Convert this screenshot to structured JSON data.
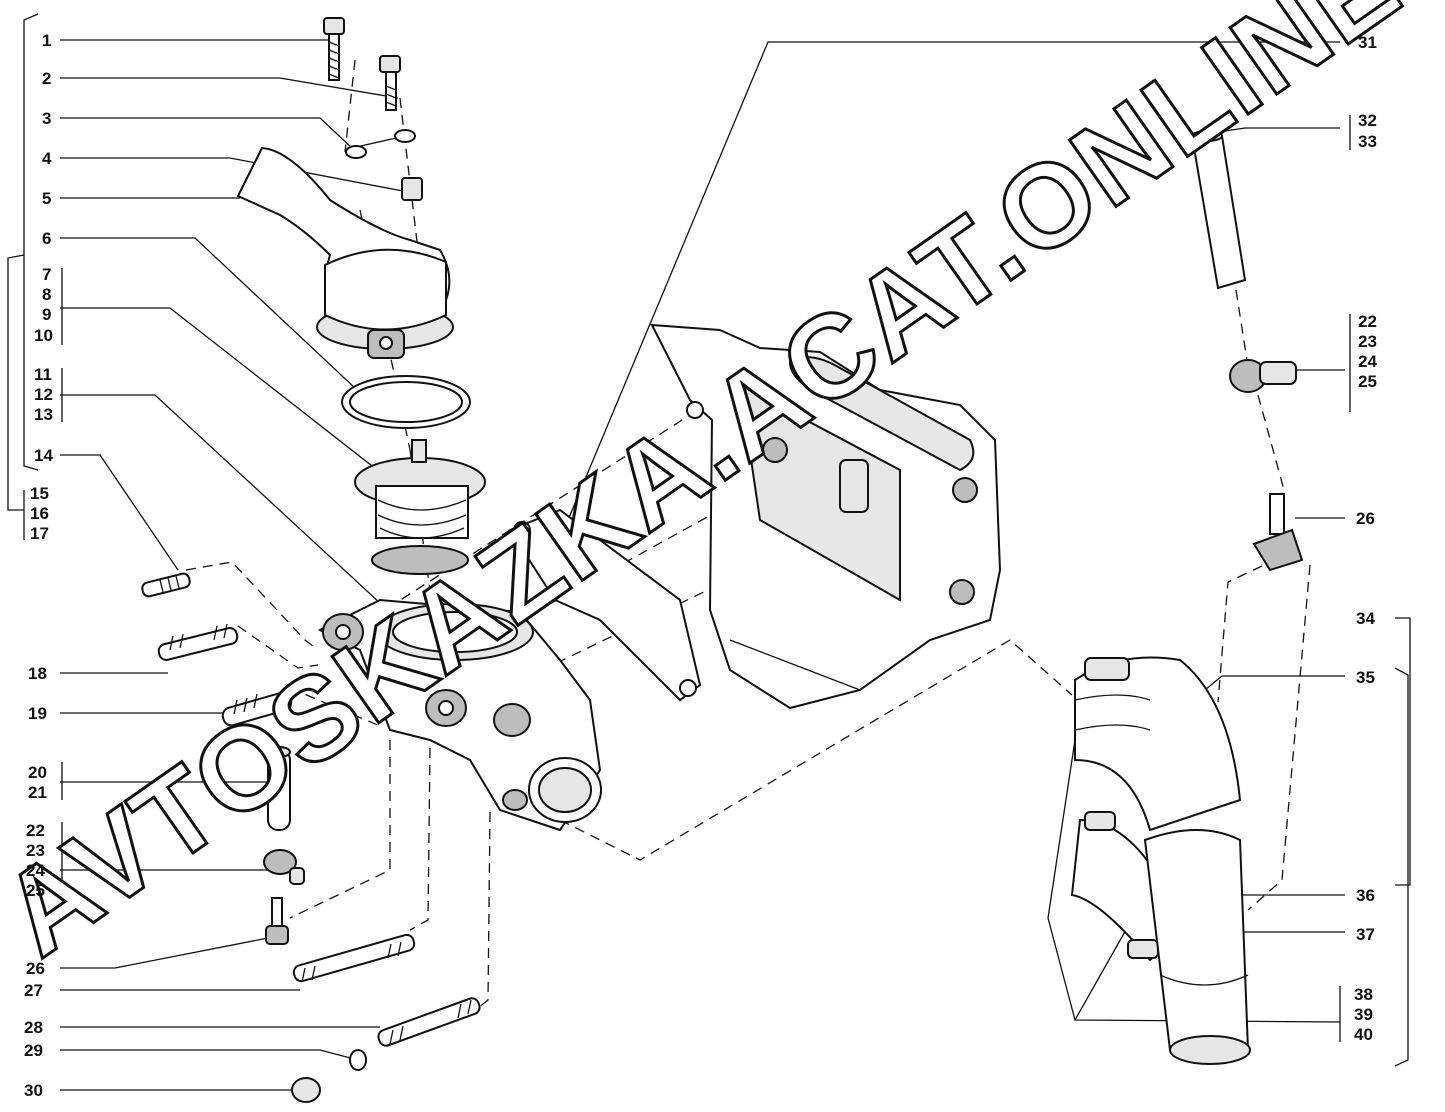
{
  "callouts": {
    "n1": "1",
    "n2": "2",
    "n3": "3",
    "n4": "4",
    "n5": "5",
    "n6": "6",
    "n7": "7",
    "n8": "8",
    "n9": "9",
    "n10": "10",
    "n11": "11",
    "n12": "12",
    "n13": "13",
    "n14": "14",
    "n15": "15",
    "n16": "16",
    "n17": "17",
    "n18": "18",
    "n19": "19",
    "n20": "20",
    "n21": "21",
    "n22": "22",
    "n23": "23",
    "n24": "24",
    "n25": "25",
    "n26": "26",
    "n27": "27",
    "n28": "28",
    "n29": "29",
    "n30": "30",
    "n31": "31",
    "n32": "32",
    "n33": "33",
    "n34": "34",
    "n35": "35",
    "n36": "36",
    "n37": "37",
    "n38": "38",
    "n39": "39",
    "n40": "40"
  },
  "watermark": "AVTOSKAZKA.ACAT.ONLINE",
  "colors": {
    "ink": "#111111",
    "paper": "#ffffff"
  }
}
